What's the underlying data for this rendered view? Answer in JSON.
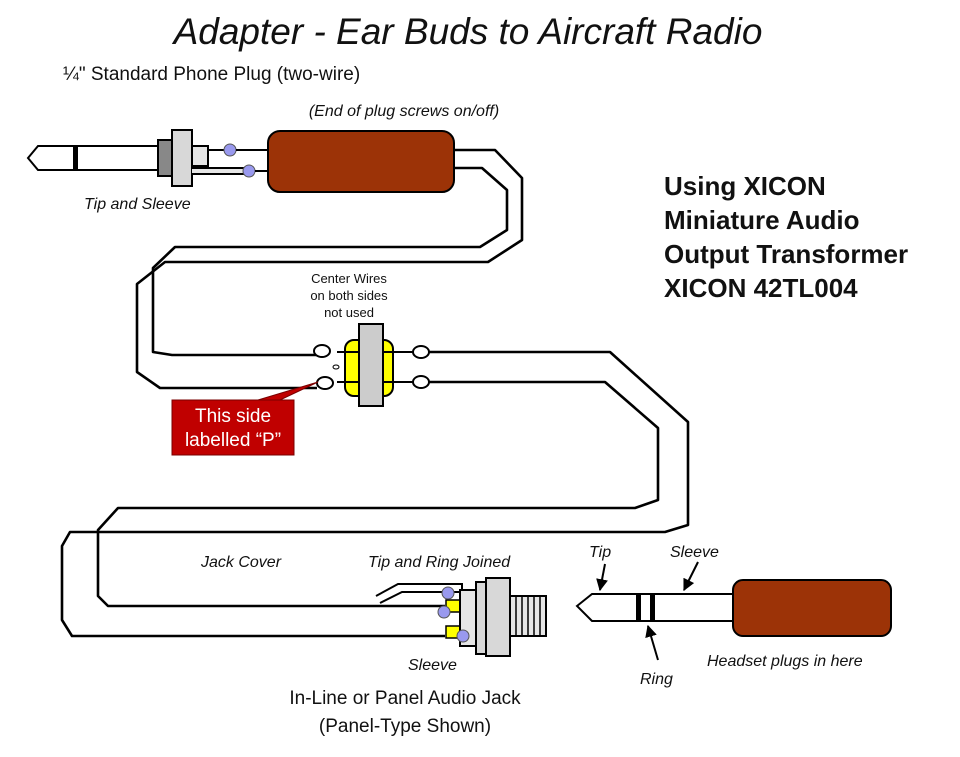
{
  "title": "Adapter - Ear Buds to Aircraft Radio",
  "labels": {
    "plug_heading": "¼\" Standard Phone Plug (two-wire)",
    "plug_cap_note": "(End of plug screws on/off)",
    "tip_and_sleeve": "Tip and Sleeve",
    "center_wires": [
      "Center Wires",
      "on both sides",
      "not used"
    ],
    "this_side": [
      "This side",
      "labelled “P”"
    ],
    "jack_cover": "Jack Cover",
    "tip_ring_joined": "Tip and Ring Joined",
    "sleeve_jack": "Sleeve",
    "jack_caption": [
      "In-Line or Panel Audio Jack",
      "(Panel-Type Shown)"
    ],
    "tip": "Tip",
    "sleeve": "Sleeve",
    "ring": "Ring",
    "headset_note": "Headset plugs in here"
  },
  "transformer_note": [
    "Using XICON",
    "Miniature Audio",
    "Output Transformer",
    "XICON 42TL004"
  ],
  "colors": {
    "plug_body": "#9c3307",
    "transformer": "#ffff00",
    "callout": "#c00000",
    "solder_point": "#9999ee"
  }
}
